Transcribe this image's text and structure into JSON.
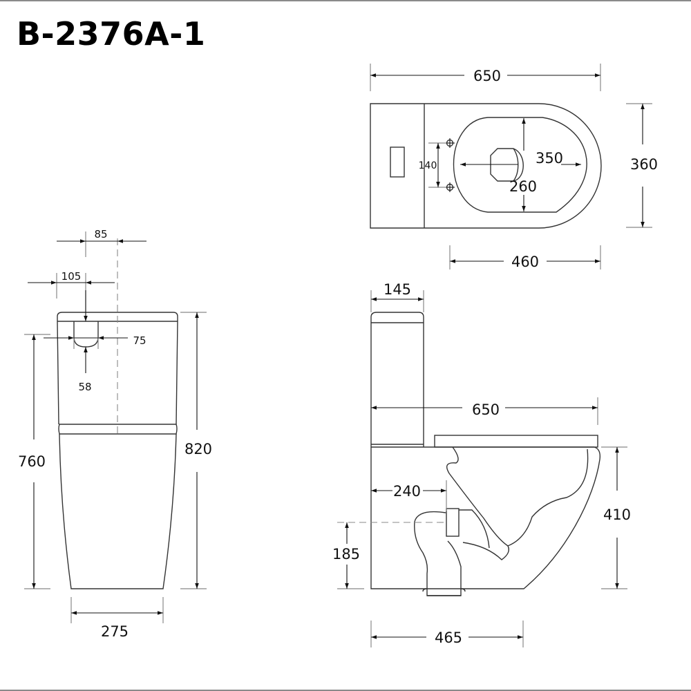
{
  "title": "B-2376A-1",
  "colors": {
    "line": "#333333",
    "dimension": "#111111",
    "extension": "#888888",
    "frame": "#8a8a8a",
    "background": "#ffffff"
  },
  "views": {
    "top_view": {
      "label": "top-view",
      "dimensions": {
        "overall_length": "650",
        "overall_width": "360",
        "bowl_length": "460",
        "seat_hole_spacing": "140",
        "seat_opening_length": "350",
        "seat_opening_width": "260"
      }
    },
    "front_view": {
      "label": "front-view",
      "dimensions": {
        "valve_offset_center": "85",
        "valve_offset_edge": "105",
        "inlet_width": "75",
        "inlet_height": "58",
        "inlet_height_from_floor": "760",
        "overall_height": "820",
        "base_width": "275"
      }
    },
    "side_view": {
      "label": "side-view",
      "dimensions": {
        "tank_depth": "145",
        "overall_length": "650",
        "outlet_distance": "240",
        "seat_height": "410",
        "outlet_height": "185",
        "base_length": "465"
      }
    }
  }
}
